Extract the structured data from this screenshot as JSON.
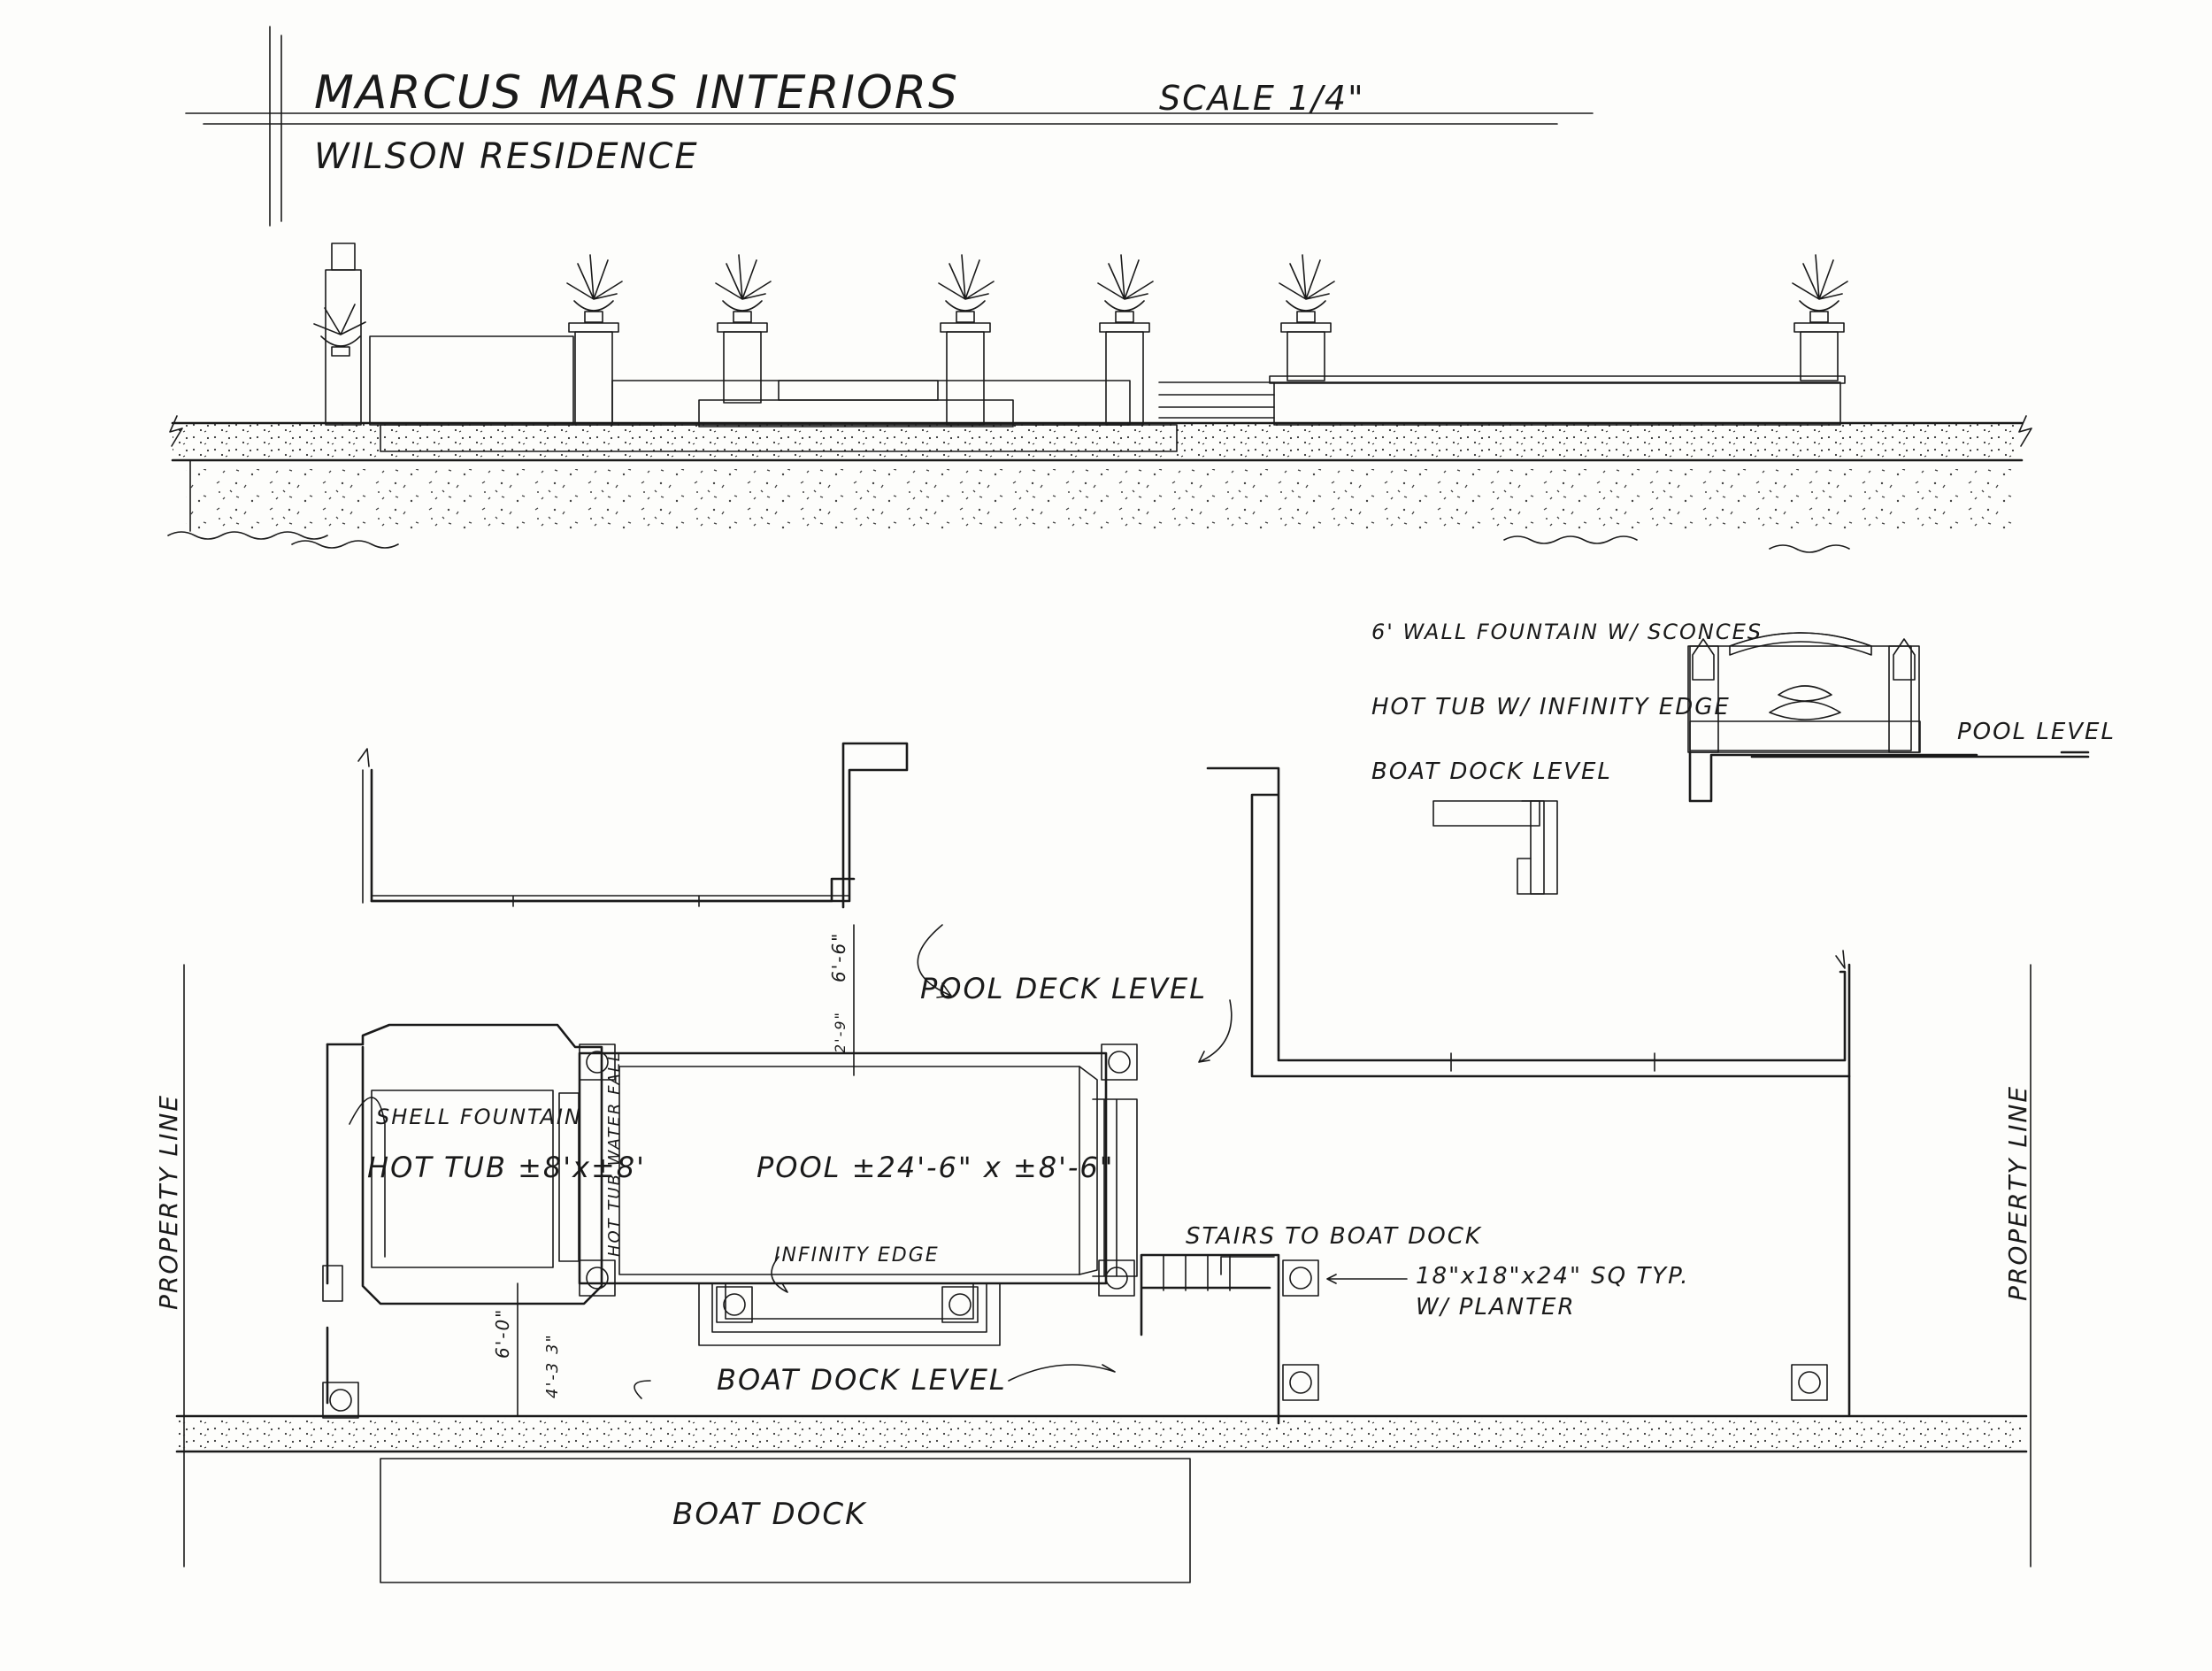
{
  "title_block": {
    "firm": "MARCUS MARS INTERIORS",
    "scale": "SCALE 1/4\"",
    "project": "WILSON RESIDENCE"
  },
  "detail": {
    "wall_fountain": "6' WALL FOUNTAIN W/ SCONCES",
    "hot_tub": "HOT TUB W/ INFINITY EDGE",
    "pool_level": "POOL LEVEL",
    "boat_dock_level": "BOAT DOCK LEVEL"
  },
  "plan": {
    "property_line": "PROPERTY LINE",
    "pool_deck_level": "POOL DECK LEVEL",
    "shell_fountain": "SHELL FOUNTAIN",
    "hot_tub": "HOT TUB ±8'x±8'",
    "hot_tub_waterfall": "HOT TUB WATER FALL",
    "pool": "POOL ±24'-6\" x ±8'-6\"",
    "infinity_edge": "INFINITY EDGE",
    "stairs": "STAIRS TO BOAT DOCK",
    "column_note_1": "18\"x18\"x24\" SQ TYP.",
    "column_note_2": "W/ PLANTER",
    "boat_dock_level": "BOAT DOCK LEVEL",
    "boat_dock": "BOAT DOCK",
    "dim_6_6": "6'-6\"",
    "dim_2_9": "2'-9\"",
    "dim_6_0": "6'-0\"",
    "dim_4_3_3": "4'-3 3\""
  }
}
